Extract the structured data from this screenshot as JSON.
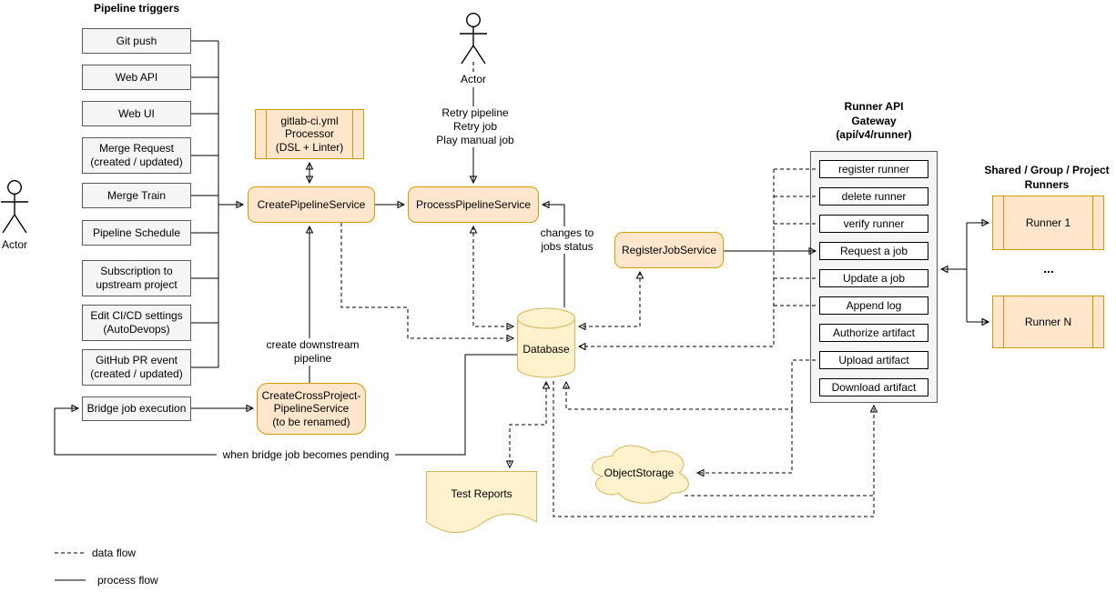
{
  "diagram": {
    "triggers": {
      "title": "Pipeline triggers",
      "items": [
        "Git push",
        "Web API",
        "Web UI",
        "Merge Request\n(created / updated)",
        "Merge Train",
        "Pipeline Schedule",
        "Subscription to\nupstream project",
        "Edit CI/CD settings\n(AutoDevops)",
        "GitHub PR event\n(created / updated)",
        "Bridge job execution"
      ]
    },
    "actors": {
      "left_label": "Actor",
      "top_label": "Actor",
      "top_actions": "Retry pipeline\nRetry job\nPlay manual job"
    },
    "nodes": {
      "processor": "gitlab-ci.yml\nProcessor\n(DSL + Linter)",
      "create_pipeline_service": "CreatePipelineService",
      "process_pipeline_service": "ProcessPipelineService",
      "register_job_service": "RegisterJobService",
      "cross_project_service": "CreateCrossProject-\nPipelineService\n(to be renamed)",
      "database": "Database",
      "test_reports": "Test Reports",
      "object_storage": "ObjectStorage"
    },
    "gateway": {
      "title": "Runner API\nGateway\n(api/v4/runner)",
      "endpoints": [
        "register runner",
        "delete runner",
        "verify runner",
        "Request a job",
        "Update a job",
        "Append log",
        "Authorize artifact",
        "Upload artifact",
        "Download artifact"
      ]
    },
    "runners": {
      "title": "Shared / Group / Project\nRunners",
      "ellipsis": "...",
      "items": [
        "Runner 1",
        "Runner N"
      ]
    },
    "edge_labels": {
      "changes_to_jobs_status": "changes to\njobs status",
      "create_downstream_pipeline": "create downstream\npipeline",
      "when_bridge_job_pending": "when bridge job becomes pending"
    },
    "legend": {
      "data_flow": "data flow",
      "process_flow": "process flow"
    },
    "colors": {
      "service_fill": "#ffe6cc",
      "service_stroke": "#d79b00",
      "storage_fill": "#fff2cc",
      "storage_stroke": "#d6b656",
      "panel_fill": "#f5f5f5",
      "panel_stroke": "#666666",
      "line": "#000000"
    }
  }
}
